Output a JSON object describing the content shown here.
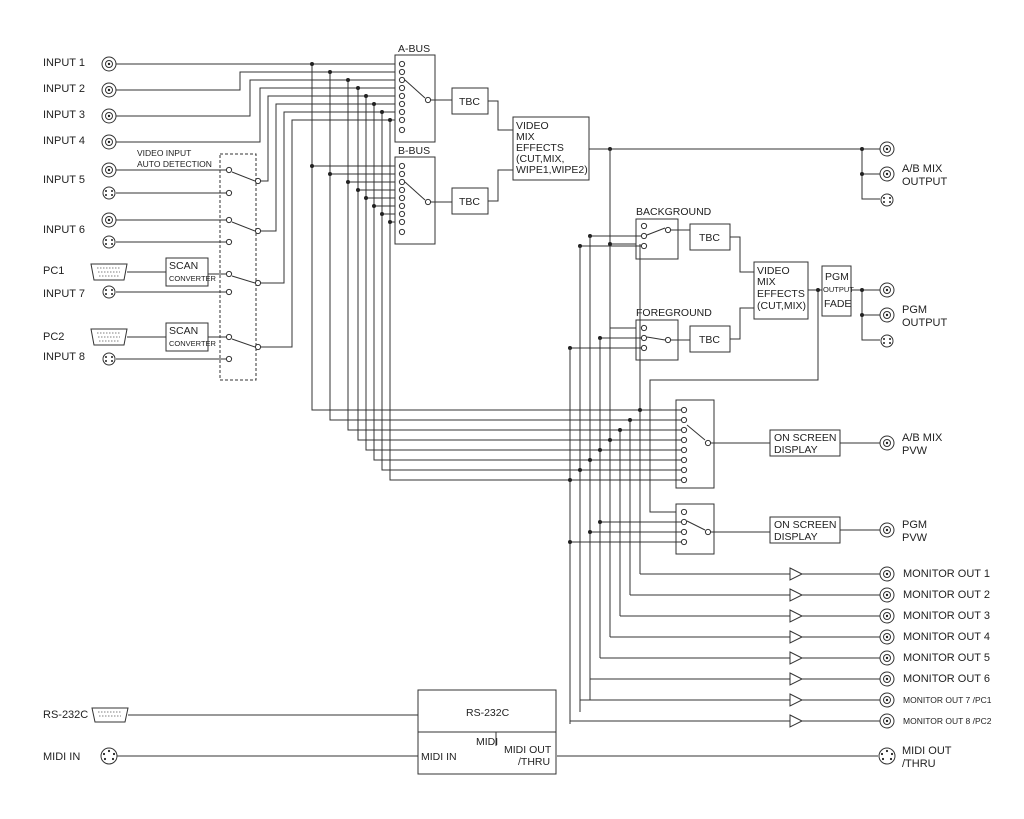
{
  "inputs": {
    "in1": "INPUT 1",
    "in2": "INPUT 2",
    "in3": "INPUT 3",
    "in4": "INPUT 4",
    "in5": "INPUT 5",
    "in6": "INPUT 6",
    "pc1": "PC1",
    "in7": "INPUT 7",
    "pc2": "PC2",
    "in8": "INPUT 8",
    "rs232c": "RS-232C",
    "midi_in": "MIDI IN"
  },
  "detect": {
    "line1": "VIDEO INPUT",
    "line2": "AUTO DETECTION"
  },
  "scan": {
    "line1": "SCAN",
    "line2": "CONVERTER"
  },
  "bus": {
    "a": "A-BUS",
    "b": "B-BUS",
    "background": "BACKGROUND",
    "foreground": "FOREGROUND"
  },
  "tbc": "TBC",
  "mix1": {
    "l1": "VIDEO",
    "l2": "MIX",
    "l3": "EFFECTS",
    "l4": "(CUT,MIX,",
    "l5": "WIPE1,WIPE2)"
  },
  "mix2": {
    "l1": "VIDEO",
    "l2": "MIX",
    "l3": "EFFECTS",
    "l4": "(CUT,MIX)"
  },
  "pgm_fade": {
    "l1": "PGM",
    "l2": "OUTPUT",
    "l3": "FADE"
  },
  "osd": {
    "l1": "ON SCREEN",
    "l2": "DISPLAY"
  },
  "outputs": {
    "ab_mix": {
      "l1": "A/B MIX",
      "l2": "OUTPUT"
    },
    "pgm": {
      "l1": "PGM",
      "l2": "OUTPUT"
    },
    "ab_pvw": {
      "l1": "A/B MIX",
      "l2": "PVW"
    },
    "pgm_pvw": {
      "l1": "PGM",
      "l2": "PVW"
    },
    "midi_out": {
      "l1": "MIDI OUT",
      "l2": "/THRU"
    }
  },
  "monitors": [
    "MONITOR OUT 1",
    "MONITOR OUT 2",
    "MONITOR OUT 3",
    "MONITOR OUT 4",
    "MONITOR OUT 5",
    "MONITOR OUT 6",
    "MONITOR OUT 7 /PC1",
    "MONITOR OUT 8 /PC2"
  ],
  "rs_block": "RS-232C",
  "midi_block": {
    "midi": "MIDI",
    "in": "MIDI IN",
    "out1": "MIDI OUT",
    "out2": "/THRU"
  }
}
